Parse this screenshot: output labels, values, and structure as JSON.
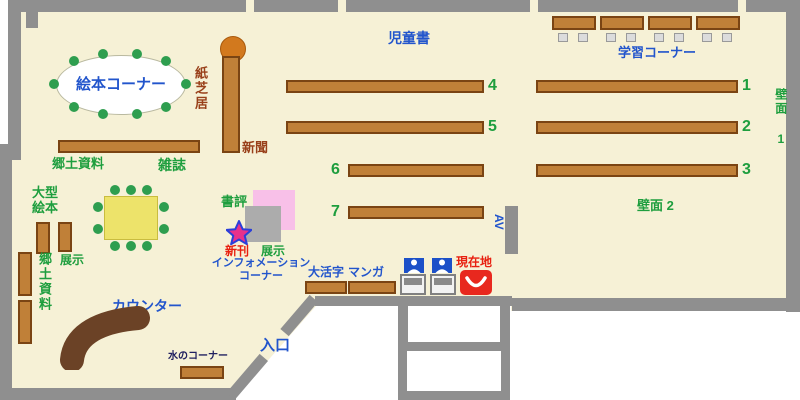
{
  "labels": {
    "ehon_corner": "絵本コーナー",
    "kamishibai": "紙芝居",
    "jido_sho": "児童書",
    "gakushu_corner": "学習コーナー",
    "hekimen_1": "壁面 1",
    "hekimen_2": "壁面 2",
    "shinbun": "新聞",
    "kyodo_shiryo_top": "郷土資料",
    "zasshi": "雑誌",
    "ogata_line1": "大型",
    "ogata_line2": "絵本",
    "tenji_left": "展示",
    "kyodo_shiryo_side": "郷土資料",
    "shohyo": "書評",
    "shinkan": "新刊",
    "tenji_center": "展示",
    "info_line1": "インフォメーション",
    "info_line2": "コーナー",
    "daikatsuji": "大活字",
    "manga": "マンガ",
    "av": "AV",
    "genzaichi": "現在地",
    "counter": "カウンター",
    "mizu_corner": "水のコーナー",
    "entrance": "入口"
  },
  "shelf_numbers": {
    "left": [
      "4",
      "5",
      "6",
      "7"
    ],
    "right": [
      "1",
      "2",
      "3"
    ]
  },
  "colors": {
    "floor": "#F6F1D6",
    "wall": "#8F8F8F",
    "shelf_fill": "#C08038",
    "shelf_border": "#7A4413",
    "label_blue": "#2255CC",
    "label_green": "#1E9E3E",
    "label_red": "#E82010",
    "label_brown": "#99401A",
    "label_navy": "#202060",
    "dot_green": "#2E9E4F",
    "table_yellow": "#EDE36A",
    "round_table_orange": "#D2791E",
    "display_pink": "#F8C0E8",
    "display_gray": "#ACACAC",
    "marker_red": "#E8281E",
    "terminal_blue": "#1C50C8",
    "counter_brown": "#6B4226",
    "star_fill": "#E8318B",
    "star_stroke": "#2B3FD9"
  }
}
